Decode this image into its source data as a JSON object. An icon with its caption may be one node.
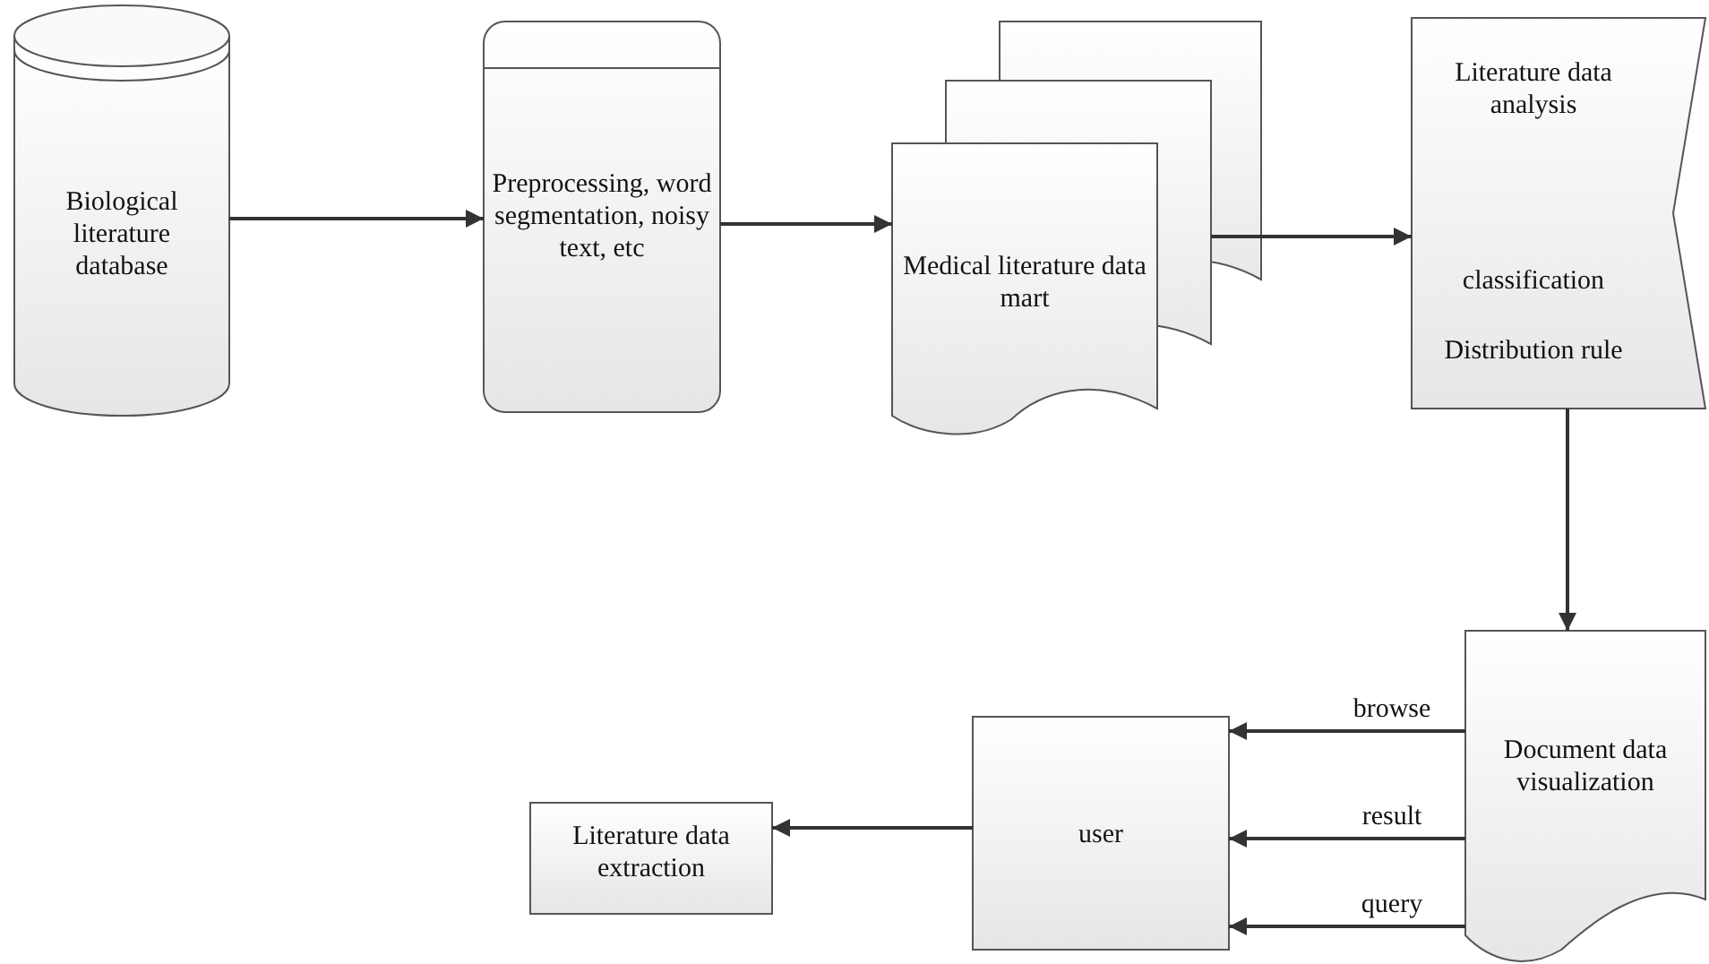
{
  "diagram": {
    "nodes": [
      {
        "text": [
          "Biological literature database"
        ]
      },
      {
        "text": [
          "Preprocessing, word segmentation, noisy text, etc"
        ]
      },
      {
        "text": [
          "Medical literature data mart"
        ]
      },
      {
        "text": [
          "Literature data analysis",
          "classification",
          "Distribution rule"
        ]
      },
      {
        "text": [
          "Document data visualization"
        ]
      },
      {
        "text": [
          "user"
        ]
      },
      {
        "text": [
          "Literature data extraction"
        ]
      }
    ],
    "edges": [
      {
        "from": 0,
        "to": 1,
        "arrow": "to"
      },
      {
        "from": 1,
        "to": 2,
        "arrow": "to"
      },
      {
        "from": 2,
        "to": 3,
        "arrow": "to"
      },
      {
        "from": 3,
        "to": 4,
        "arrow": "to"
      },
      {
        "from": 4,
        "to": 5,
        "arrow": "to",
        "label": "browse"
      },
      {
        "from": 4,
        "to": 5,
        "arrow": "to",
        "label": "result"
      },
      {
        "from": 4,
        "to": 5,
        "arrow": "to",
        "label": "query"
      },
      {
        "from": 5,
        "to": 6,
        "arrow": "to"
      }
    ]
  }
}
